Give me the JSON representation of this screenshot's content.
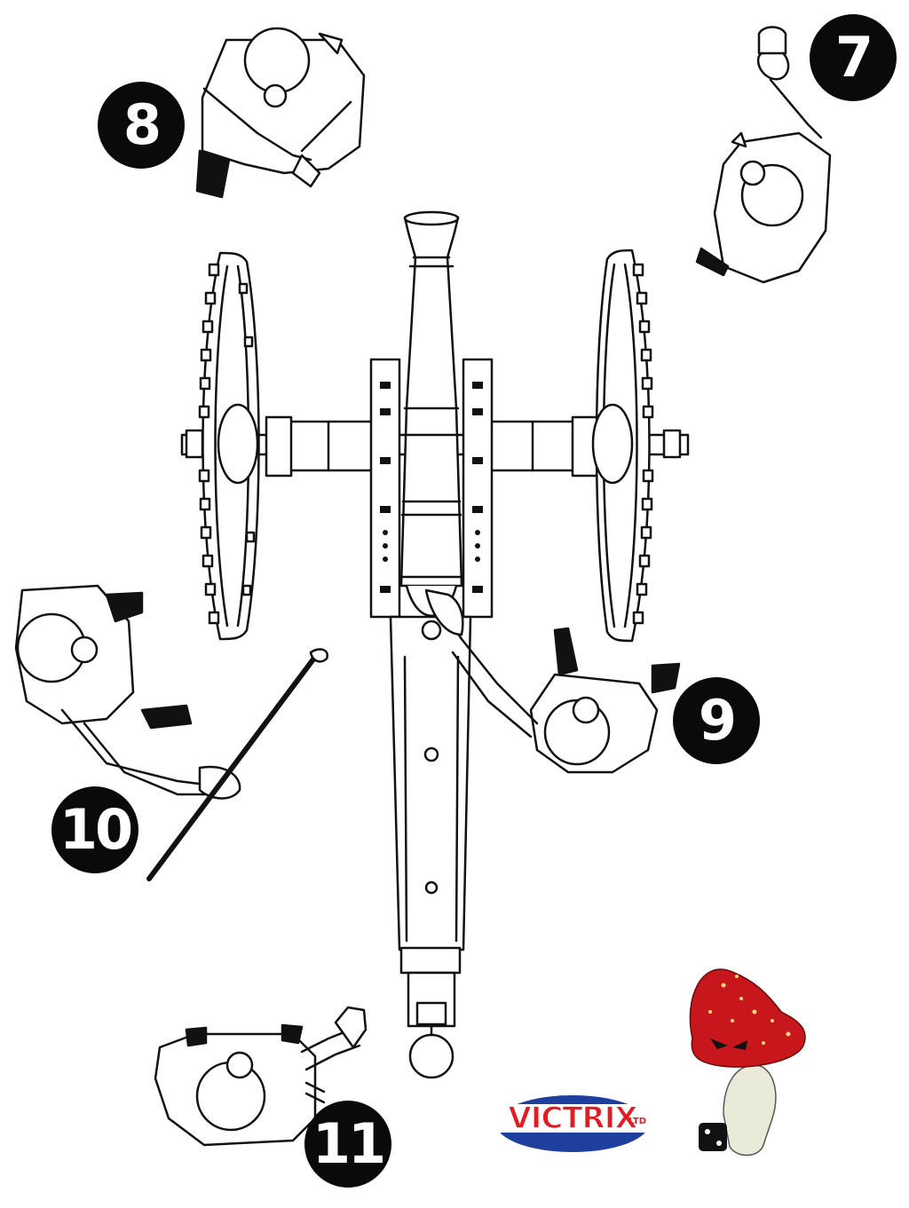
{
  "crew_numbers": {
    "seven": "7",
    "eight": "8",
    "nine": "9",
    "ten": "10",
    "eleven": "11"
  },
  "logo": {
    "brand": "VICTRIX",
    "suffix": "LTD",
    "colors": {
      "red": "#e31b23",
      "blue": "#1f3f9e",
      "white": "#ffffff"
    }
  },
  "mascot": {
    "icon": "mushroom-mascot-icon",
    "cap_color": "#c8161d",
    "stem_color": "#e9ead8",
    "die_color": "#111111"
  },
  "colors": {
    "line": "#111111",
    "badge": "#0a0a0a",
    "background": "#ffffff"
  }
}
